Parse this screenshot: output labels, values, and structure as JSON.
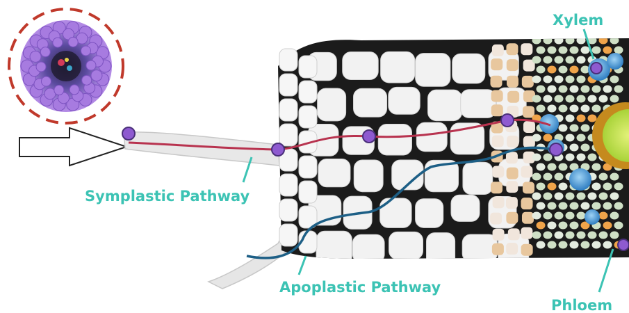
{
  "labels": {
    "xylem": "Xylem",
    "symplastic": "Symplastic Pathway",
    "apoplastic": "Apoplastic Pathway",
    "phloem": "Phloem"
  },
  "colors": {
    "symplastic_line": "#b8334f",
    "apoplastic_line": "#1d5f86",
    "label": "#3cc3b4",
    "nanoparticle": "#8e5ad0",
    "dashed_ring": "#c0392b"
  }
}
